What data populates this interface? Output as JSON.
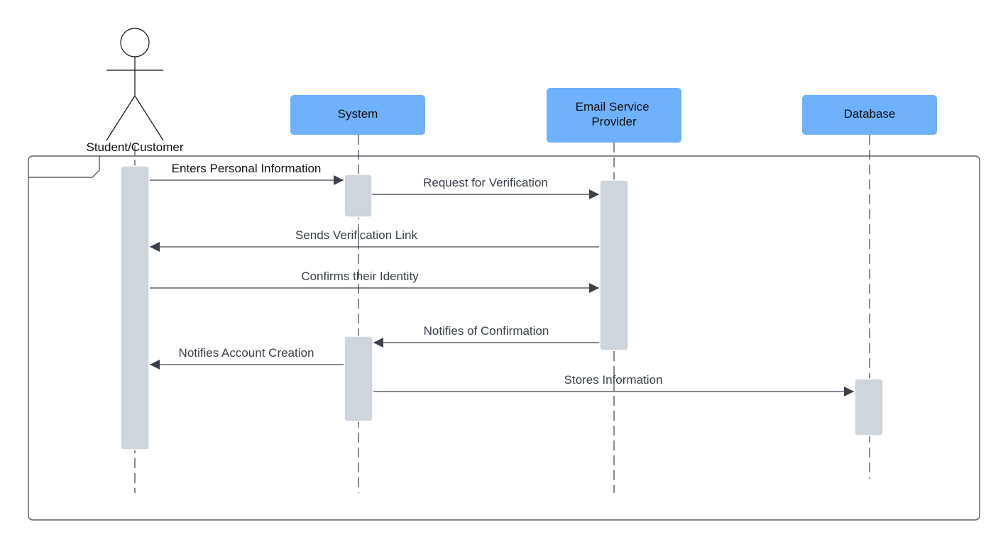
{
  "diagram": {
    "type": "sequence",
    "colors": {
      "participant_fill": "#6fb1fb",
      "activation_fill": "#cfd5dd",
      "line": "#3a414c",
      "frame": "#3a414c"
    },
    "actor": {
      "label": "Student/Customer"
    },
    "participants": [
      {
        "id": "system",
        "lines": [
          "System"
        ]
      },
      {
        "id": "email",
        "lines": [
          "Email Service",
          "Provider"
        ]
      },
      {
        "id": "database",
        "lines": [
          "Database"
        ]
      }
    ],
    "messages": [
      {
        "label": "Enters Personal Information",
        "from": "Student/Customer",
        "to": "System"
      },
      {
        "label": "Request for Verification",
        "from": "System",
        "to": "Email Service Provider"
      },
      {
        "label": "Sends Verification Link",
        "from": "Email Service Provider",
        "to": "Student/Customer"
      },
      {
        "label": "Confirms their Identity",
        "from": "Student/Customer",
        "to": "Email Service Provider"
      },
      {
        "label": "Notifies of Confirmation",
        "from": "Email Service Provider",
        "to": "System"
      },
      {
        "label": "Notifies Account Creation",
        "from": "System",
        "to": "Student/Customer"
      },
      {
        "label": "Stores Information",
        "from": "System",
        "to": "Database"
      }
    ]
  }
}
